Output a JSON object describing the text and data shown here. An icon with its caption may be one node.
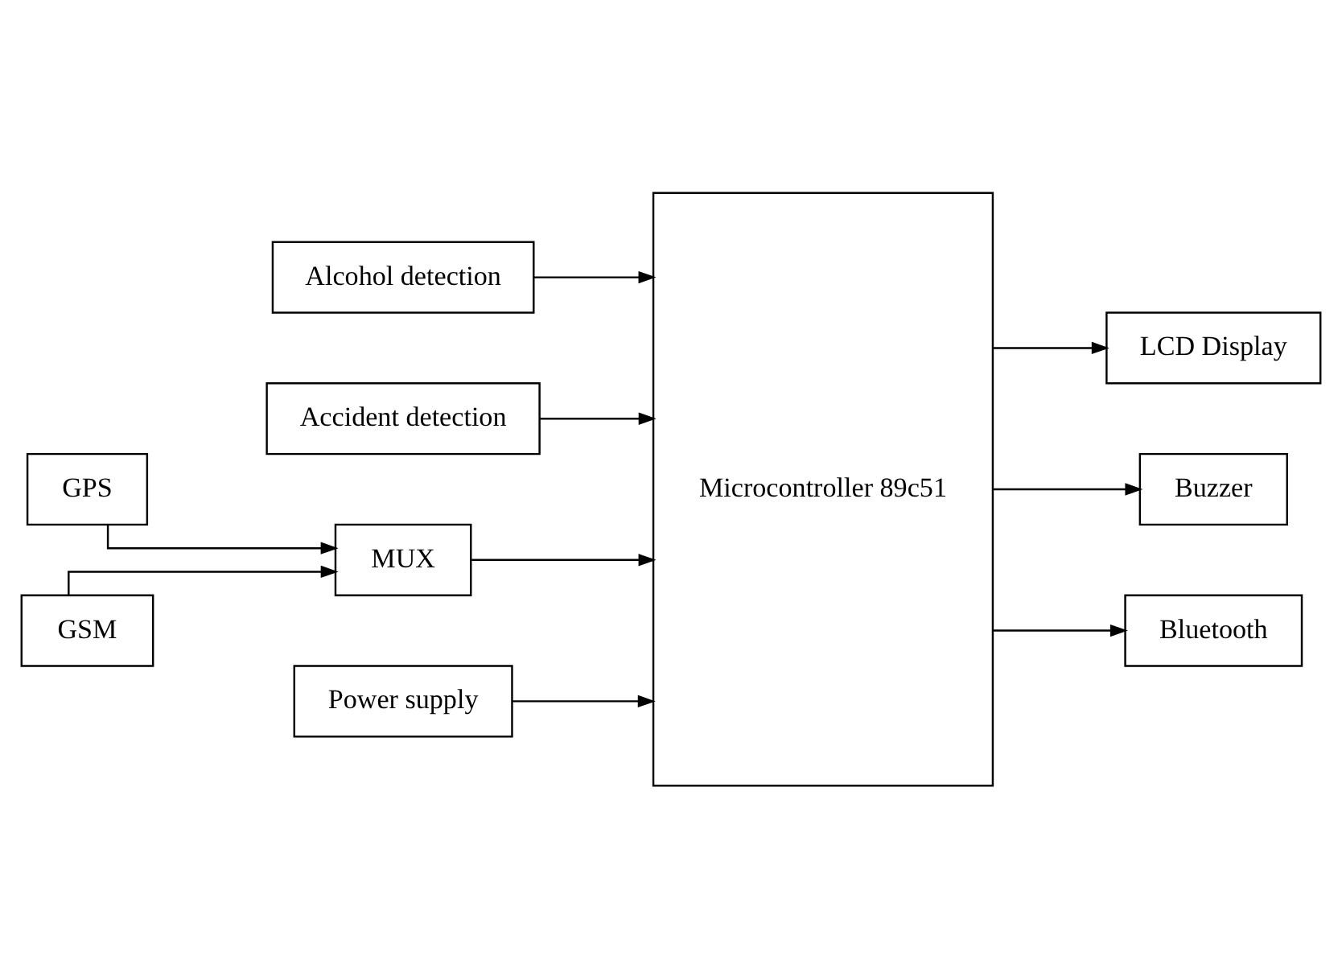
{
  "diagram": {
    "nodes": [
      {
        "text": [
          "LCD Display"
        ]
      },
      {
        "text": [
          "Alcohol detection"
        ]
      },
      {
        "text": [
          "Buzzer"
        ]
      },
      {
        "text": [
          "Accident detection"
        ]
      },
      {
        "text": [
          "Microcontroller 89c51"
        ]
      },
      {
        "text": [
          "Bluetooth"
        ]
      },
      {
        "text": [
          "GPS"
        ]
      },
      {
        "text": [
          "MUX"
        ]
      },
      {
        "text": [
          "GSM"
        ]
      },
      {
        "text": [
          "Power supply"
        ]
      }
    ],
    "edges": [
      {
        "from": 1,
        "to": 4,
        "arrow": "to"
      },
      {
        "from": 3,
        "to": 4,
        "arrow": "to"
      },
      {
        "from": 6,
        "to": 7,
        "arrow": "to"
      },
      {
        "from": 8,
        "to": 7,
        "arrow": "to"
      },
      {
        "from": 7,
        "to": 4,
        "arrow": "to"
      },
      {
        "from": 4,
        "to": 0,
        "arrow": "to"
      },
      {
        "from": 4,
        "to": 2,
        "arrow": "to"
      },
      {
        "from": 4,
        "to": 5,
        "arrow": "to"
      },
      {
        "from": 9,
        "to": 4,
        "arrow": "to"
      }
    ]
  }
}
